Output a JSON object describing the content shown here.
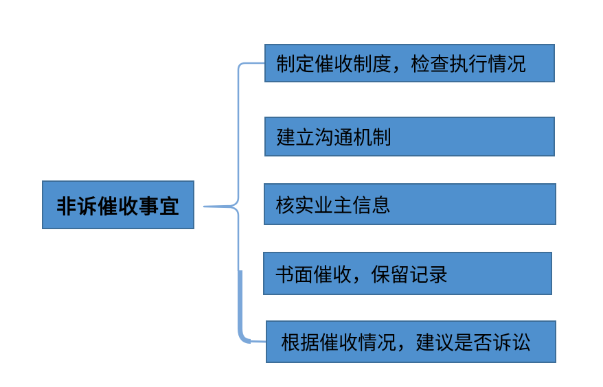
{
  "diagram": {
    "type": "bracket-list",
    "root": {
      "label": "非诉催收事宜"
    },
    "branches": [
      {
        "label": "制定催收制度，检查执行情况"
      },
      {
        "label": "建立沟通机制"
      },
      {
        "label": "核实业主信息"
      },
      {
        "label": "书面催收，保留记录"
      },
      {
        "label": "根据催收情况，建议是否诉讼"
      }
    ],
    "colors": {
      "box_fill": "#4f90ce",
      "box_border": "#3d6e99",
      "connector": "#7ba7d9",
      "text": "#000000",
      "background": "#ffffff"
    }
  }
}
